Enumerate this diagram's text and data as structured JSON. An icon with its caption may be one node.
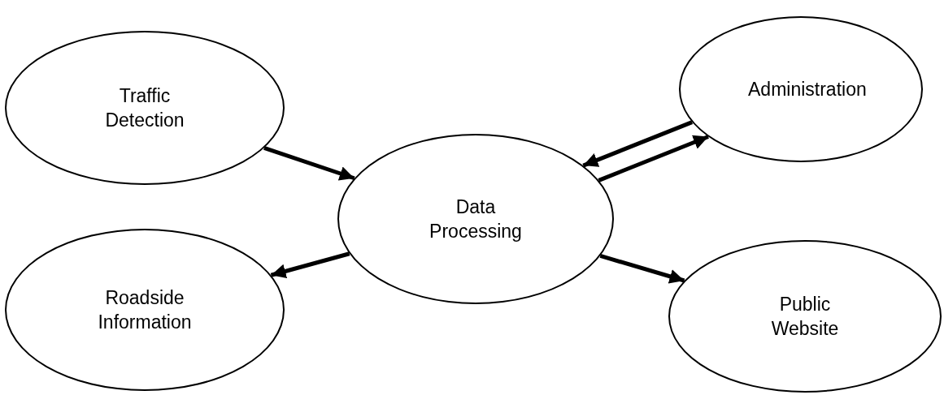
{
  "diagram": {
    "nodes": [
      {
        "text": [
          "Traffic Detection"
        ]
      },
      {
        "text": [
          "Administration"
        ]
      },
      {
        "text": [
          "Data Processing"
        ]
      },
      {
        "text": [
          "Roadside Information"
        ]
      },
      {
        "text": [
          "Public Website"
        ]
      }
    ],
    "edges": [
      {
        "from": 0,
        "to": 2,
        "arrow": "to"
      },
      {
        "from": 1,
        "to": 2,
        "arrow": "to"
      },
      {
        "from": 2,
        "to": 1,
        "arrow": "to"
      },
      {
        "from": 2,
        "to": 3,
        "arrow": "to"
      },
      {
        "from": 2,
        "to": 4,
        "arrow": "to"
      }
    ]
  }
}
